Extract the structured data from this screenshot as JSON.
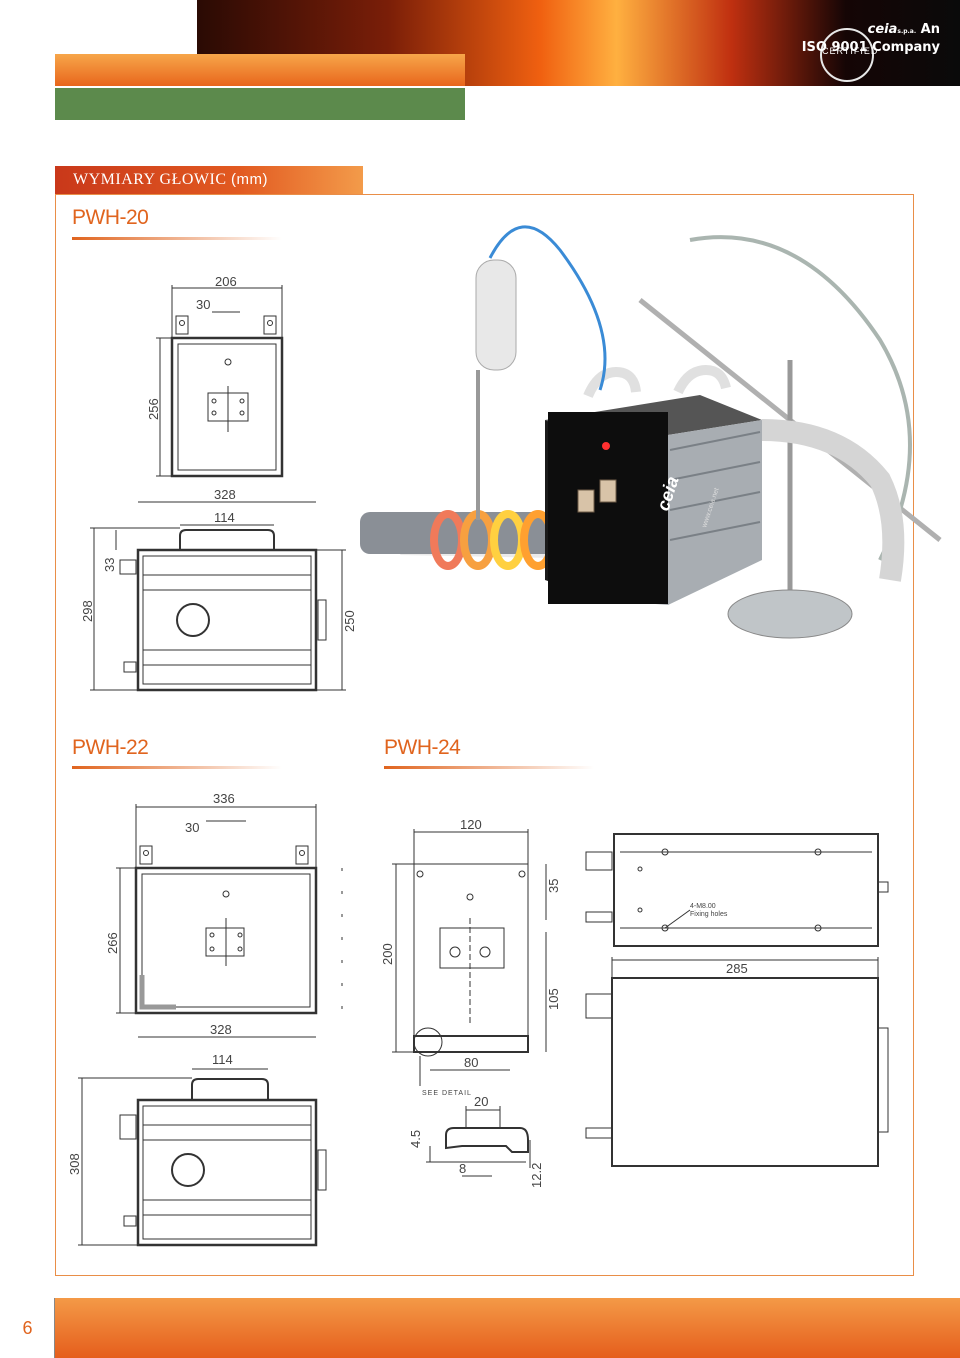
{
  "header": {
    "brand": "ceia",
    "brand_suffix": "s.p.a.",
    "iso_line1": "An",
    "iso_line2": "ISO 9001 Company",
    "certified": "CERTIFIED"
  },
  "section": {
    "title": "WYMIARY GŁOWIC",
    "unit": "(mm)"
  },
  "models": {
    "pwh20": {
      "name": "PWH-20",
      "top_view": {
        "width": "206",
        "offset": "30",
        "height": "256"
      },
      "front_view": {
        "width": "328",
        "handle": "114",
        "top": "33",
        "height": "298",
        "side": "250"
      }
    },
    "pwh22": {
      "name": "PWH-22",
      "top_view": {
        "width": "336",
        "offset": "30",
        "height": "266"
      },
      "front_view": {
        "width": "328",
        "handle": "114",
        "height": "308"
      }
    },
    "pwh24": {
      "name": "PWH-24",
      "plate": {
        "width": "120",
        "top": "35",
        "height": "200",
        "bottom": "105",
        "base": "80",
        "detail_label": "SEE DETAIL"
      },
      "detail": {
        "width": "20",
        "height": "4.5",
        "slot": "8",
        "depth": "12.2"
      },
      "side_view": {
        "holes_label": "4-M8.00",
        "holes_sub": "Fixing holes",
        "length": "285"
      }
    }
  },
  "product_photo": {
    "brand": "ceia",
    "url": "www.ceia.net"
  },
  "footer": {
    "page_number": "6"
  },
  "colors": {
    "accent": "#e0641e",
    "green": "#5c8a4c",
    "frame": "#e98e48"
  }
}
